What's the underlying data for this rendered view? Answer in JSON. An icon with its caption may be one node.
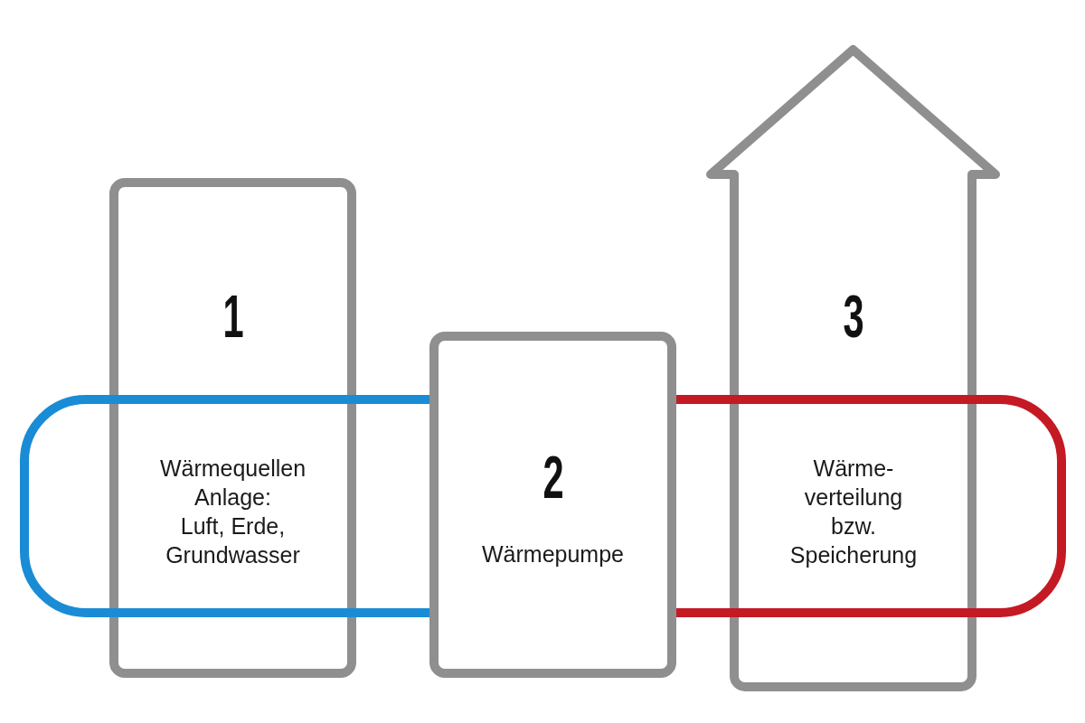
{
  "diagram": {
    "nodes": [
      {
        "text": [
          "1",
          "Wärmequellen Anlage:",
          "Luft, Erde, Grundwasser"
        ]
      },
      {
        "text": [
          "2",
          "Wärmepumpe"
        ]
      },
      {
        "text": [
          "3",
          "Wärme- verteilung bzw. Speicherung"
        ]
      }
    ],
    "edges": [
      {
        "from": 1,
        "to": 0,
        "arrow": "none",
        "color": "#1a8cd5"
      },
      {
        "from": 0,
        "to": 1,
        "arrow": "none",
        "color": "#1a8cd5"
      },
      {
        "from": 1,
        "to": 2,
        "arrow": "none",
        "color": "#c41a24"
      },
      {
        "from": 2,
        "to": 1,
        "arrow": "none",
        "color": "#c41a24"
      }
    ]
  }
}
